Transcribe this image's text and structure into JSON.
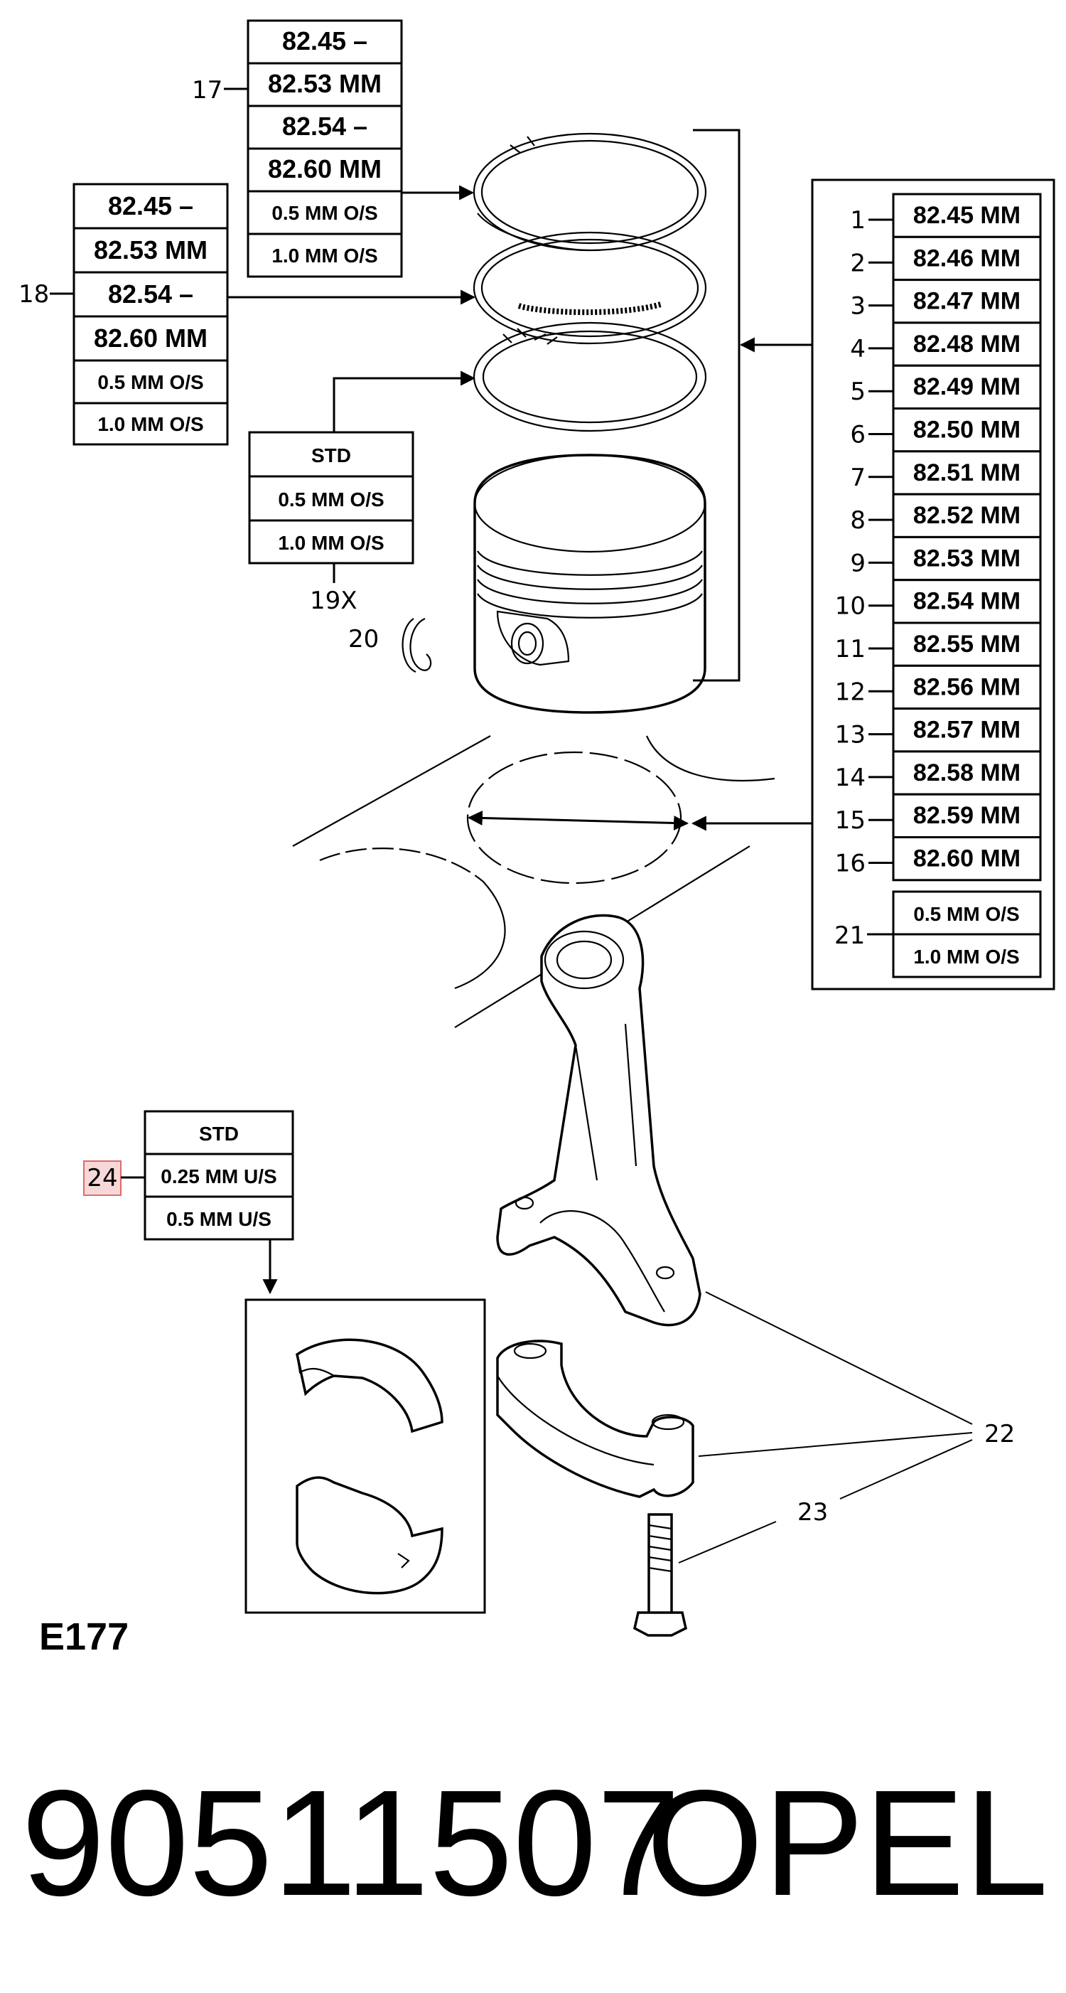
{
  "callouts": {
    "c17": "17",
    "c18": "18",
    "c19": "19X",
    "c20": "20",
    "c21": "21",
    "c22": "22",
    "c23": "23",
    "c24": "24"
  },
  "table17": [
    "82.45 –",
    "82.53 MM",
    "82.54 –",
    "82.60 MM",
    "0.5 MM O/S",
    "1.0 MM O/S"
  ],
  "table18": [
    "82.45 –",
    "82.53 MM",
    "82.54 –",
    "82.60 MM",
    "0.5 MM O/S",
    "1.0 MM O/S"
  ],
  "table19": [
    "STD",
    "0.5 MM O/S",
    "1.0 MM O/S"
  ],
  "table24": [
    "STD",
    "0.25 MM U/S",
    "0.5 MM U/S"
  ],
  "sizes": [
    {
      "num": "1",
      "size": "82.45 MM"
    },
    {
      "num": "2",
      "size": "82.46 MM"
    },
    {
      "num": "3",
      "size": "82.47 MM"
    },
    {
      "num": "4",
      "size": "82.48 MM"
    },
    {
      "num": "5",
      "size": "82.49 MM"
    },
    {
      "num": "6",
      "size": "82.50 MM"
    },
    {
      "num": "7",
      "size": "82.51 MM"
    },
    {
      "num": "8",
      "size": "82.52 MM"
    },
    {
      "num": "9",
      "size": "82.53 MM"
    },
    {
      "num": "10",
      "size": "82.54 MM"
    },
    {
      "num": "11",
      "size": "82.55 MM"
    },
    {
      "num": "12",
      "size": "82.56 MM"
    },
    {
      "num": "13",
      "size": "82.57 MM"
    },
    {
      "num": "14",
      "size": "82.58 MM"
    },
    {
      "num": "15",
      "size": "82.59 MM"
    },
    {
      "num": "16",
      "size": "82.60 MM"
    }
  ],
  "table21": [
    "0.5 MM O/S",
    "1.0 MM O/S"
  ],
  "figure_code": "E177",
  "footer": {
    "part_number": "90511507",
    "brand": "OPEL"
  },
  "colors": {
    "highlight_fill": "#f6d8d8",
    "highlight_stroke": "#e06a6a"
  }
}
